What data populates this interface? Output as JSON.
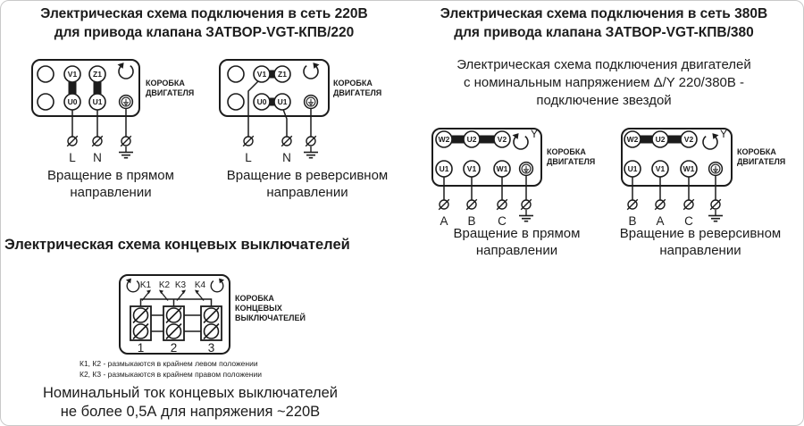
{
  "colors": {
    "ink": "#1c1c1c",
    "background": "#ffffff",
    "border": "#c9c9c9"
  },
  "shared": {
    "motor_box_label": [
      "КОРОБКА",
      "ДВИГАТЕЛЯ"
    ],
    "caption_forward": [
      "Вращение в прямом",
      "направлении"
    ],
    "caption_reverse": [
      "Вращение в реверсивном",
      "направлении"
    ],
    "star_label": "Y"
  },
  "section_220": {
    "title": [
      "Электрическая схема подключения в сеть 220В",
      "для привода клапана ЗАТВОР-VGT-КПВ/220"
    ],
    "forward": {
      "top_terminals": [
        "V1",
        "Z1"
      ],
      "bottom_terminals": [
        "U0",
        "U1"
      ],
      "wire_labels": [
        "L",
        "N"
      ]
    },
    "reverse": {
      "top_terminals": [
        "V1",
        "Z1"
      ],
      "bottom_terminals": [
        "U0",
        "U1"
      ],
      "wire_labels": [
        "L",
        "N"
      ]
    }
  },
  "section_380": {
    "title": [
      "Электрическая схема подключения в сеть 380В",
      "для привода клапана ЗАТВОР-VGT-КПВ/380"
    ],
    "subtitle": [
      "Электрическая схема подключения двигателей",
      "с номинальным напряжением Δ/Y 220/380В -",
      "подключение звездой"
    ],
    "forward": {
      "top_terminals": [
        "W2",
        "U2",
        "V2"
      ],
      "bottom_terminals": [
        "U1",
        "V1",
        "W1"
      ],
      "phase_labels": [
        "A",
        "B",
        "C"
      ]
    },
    "reverse": {
      "top_terminals": [
        "W2",
        "U2",
        "V2"
      ],
      "bottom_terminals": [
        "U1",
        "V1",
        "W1"
      ],
      "phase_labels": [
        "B",
        "A",
        "C"
      ]
    }
  },
  "section_limit_switches": {
    "title": "Электрическая схема концевых выключателей",
    "box_label": [
      "КОРОБКА",
      "КОНЦЕВЫХ",
      "ВЫКЛЮЧАТЕЛЕЙ"
    ],
    "switch_labels": [
      "K1",
      "K2",
      "K3",
      "K4"
    ],
    "terminal_numbers": [
      "1",
      "2",
      "3"
    ],
    "notes": [
      "К1, К2 - размыкаются в крайнем левом положении",
      "К2, К3 - размыкаются в крайнем правом положении"
    ],
    "rating": [
      "Номинальный ток концевых выключателей",
      "не более 0,5А для напряжения ~220В"
    ]
  }
}
